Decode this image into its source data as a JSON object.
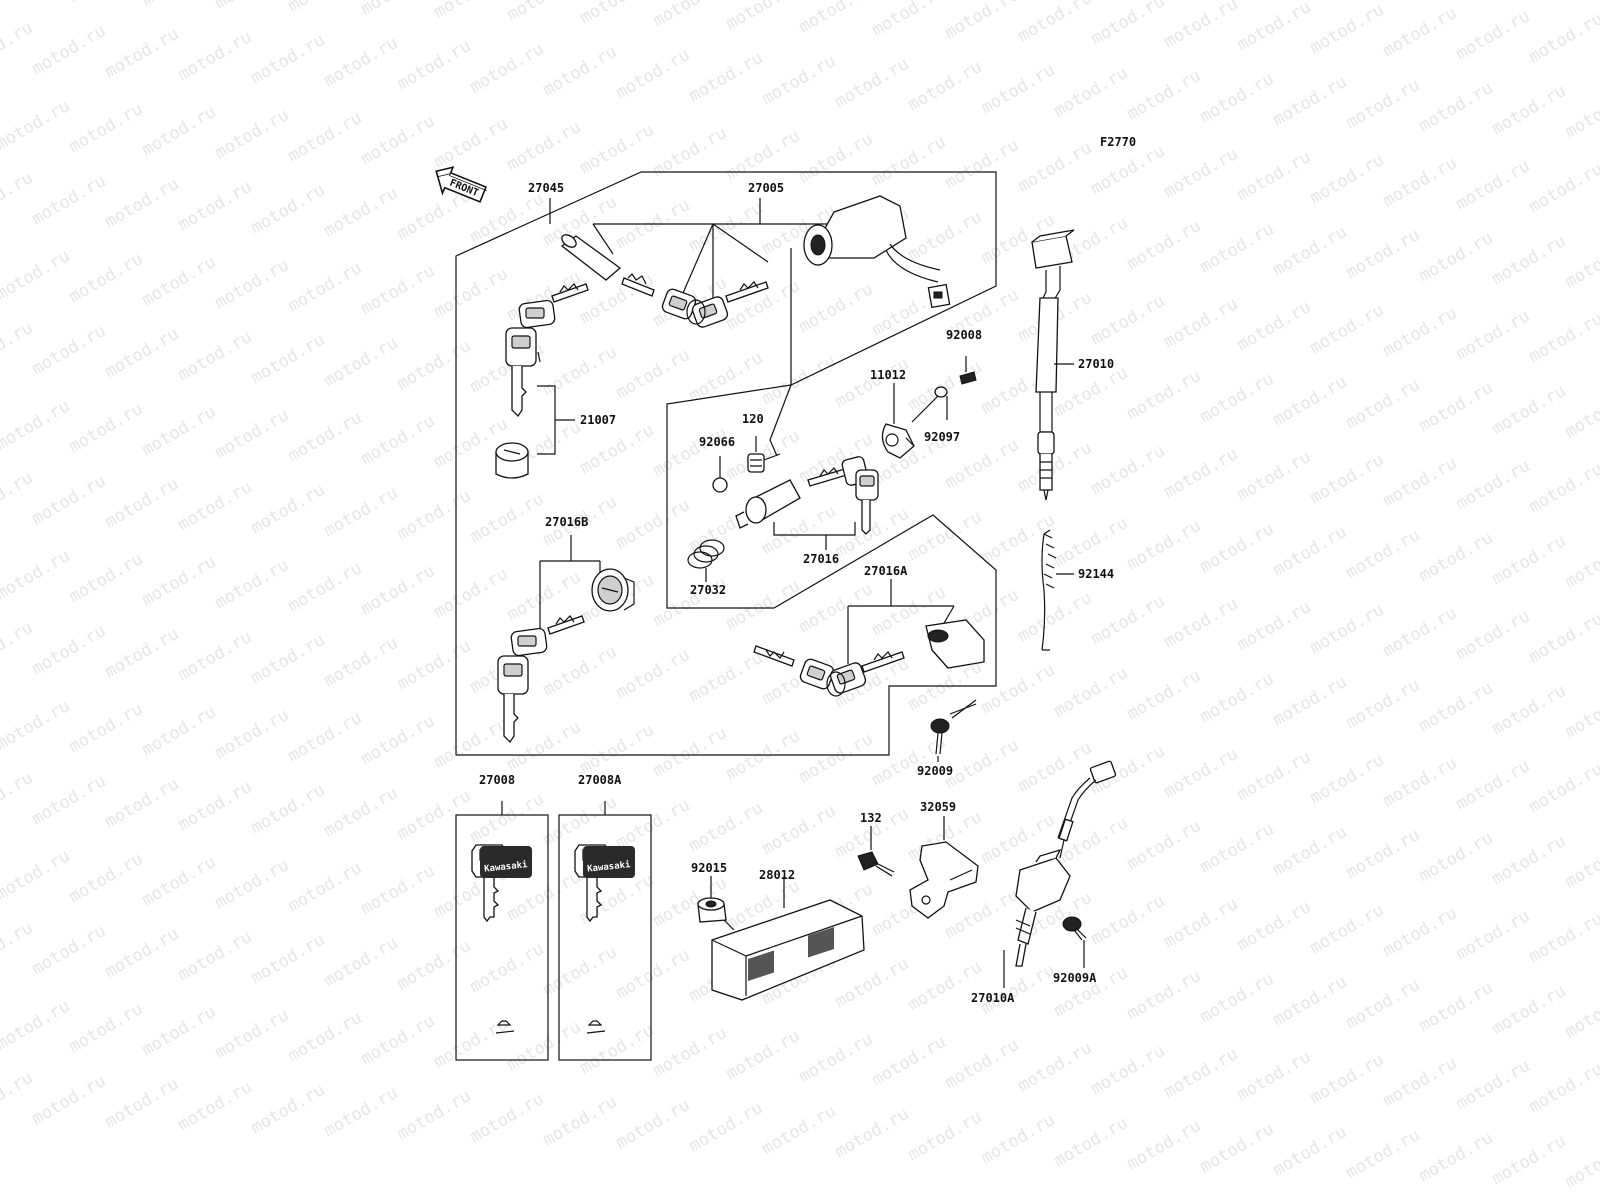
{
  "figure_code": "F2770",
  "front_label": "FRONT",
  "watermark": "motod.ru",
  "key_brand": "Kawasaki",
  "parts": [
    {
      "id": "27045",
      "label": "27045"
    },
    {
      "id": "27005",
      "label": "27005"
    },
    {
      "id": "21007",
      "label": "21007"
    },
    {
      "id": "27016B",
      "label": "27016B"
    },
    {
      "id": "92008",
      "label": "92008"
    },
    {
      "id": "11012",
      "label": "11012"
    },
    {
      "id": "120",
      "label": "120"
    },
    {
      "id": "92066",
      "label": "92066"
    },
    {
      "id": "92097",
      "label": "92097"
    },
    {
      "id": "27016",
      "label": "27016"
    },
    {
      "id": "27032",
      "label": "27032"
    },
    {
      "id": "27016A",
      "label": "27016A"
    },
    {
      "id": "92009",
      "label": "92009"
    },
    {
      "id": "27010",
      "label": "27010"
    },
    {
      "id": "92144",
      "label": "92144"
    },
    {
      "id": "27008",
      "label": "27008"
    },
    {
      "id": "27008A",
      "label": "27008A"
    },
    {
      "id": "132",
      "label": "132"
    },
    {
      "id": "32059",
      "label": "32059"
    },
    {
      "id": "92015",
      "label": "92015"
    },
    {
      "id": "28012",
      "label": "28012"
    },
    {
      "id": "27010A",
      "label": "27010A"
    },
    {
      "id": "92009A",
      "label": "92009A"
    }
  ]
}
